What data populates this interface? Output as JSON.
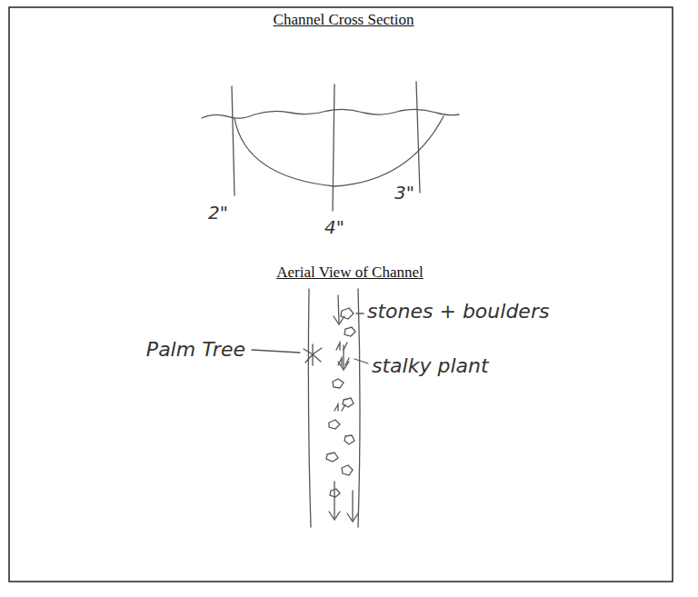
{
  "diagram": {
    "title": "Channel Cross Section",
    "labels": [
      "Aerial View of Channel",
      "2\"",
      "4\"",
      "3\"",
      "stones + boulders",
      "Palm Tree",
      "stalky plant"
    ]
  }
}
